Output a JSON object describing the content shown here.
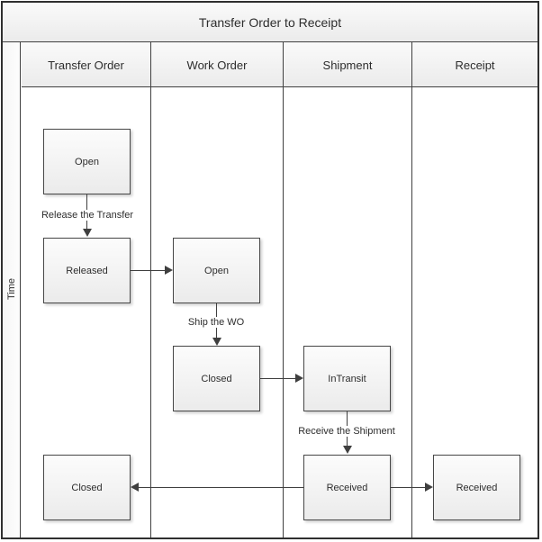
{
  "title": "Transfer Order to Receipt",
  "time_axis_label": "Time",
  "lanes": [
    {
      "label": "Transfer Order"
    },
    {
      "label": "Work Order"
    },
    {
      "label": "Shipment"
    },
    {
      "label": "Receipt"
    }
  ],
  "nodes": [
    {
      "lane": "Transfer Order",
      "label": "Open"
    },
    {
      "lane": "Transfer Order",
      "label": "Released"
    },
    {
      "lane": "Transfer Order",
      "label": "Closed"
    },
    {
      "lane": "Work Order",
      "label": "Open"
    },
    {
      "lane": "Work Order",
      "label": "Closed"
    },
    {
      "lane": "Shipment",
      "label": "InTransit"
    },
    {
      "lane": "Shipment",
      "label": "Received"
    },
    {
      "lane": "Receipt",
      "label": "Received"
    }
  ],
  "edge_labels": [
    {
      "label": "Release the Transfer"
    },
    {
      "label": "Ship the WO"
    },
    {
      "label": "Receive the Shipment"
    }
  ],
  "colors": {
    "grid_line": "#404040",
    "box_border": "#474747",
    "band_fill_top": "#fafafa",
    "band_fill_bottom": "#ebebeb",
    "arrow": "#3f3f3f",
    "text": "#2d2d2d"
  }
}
